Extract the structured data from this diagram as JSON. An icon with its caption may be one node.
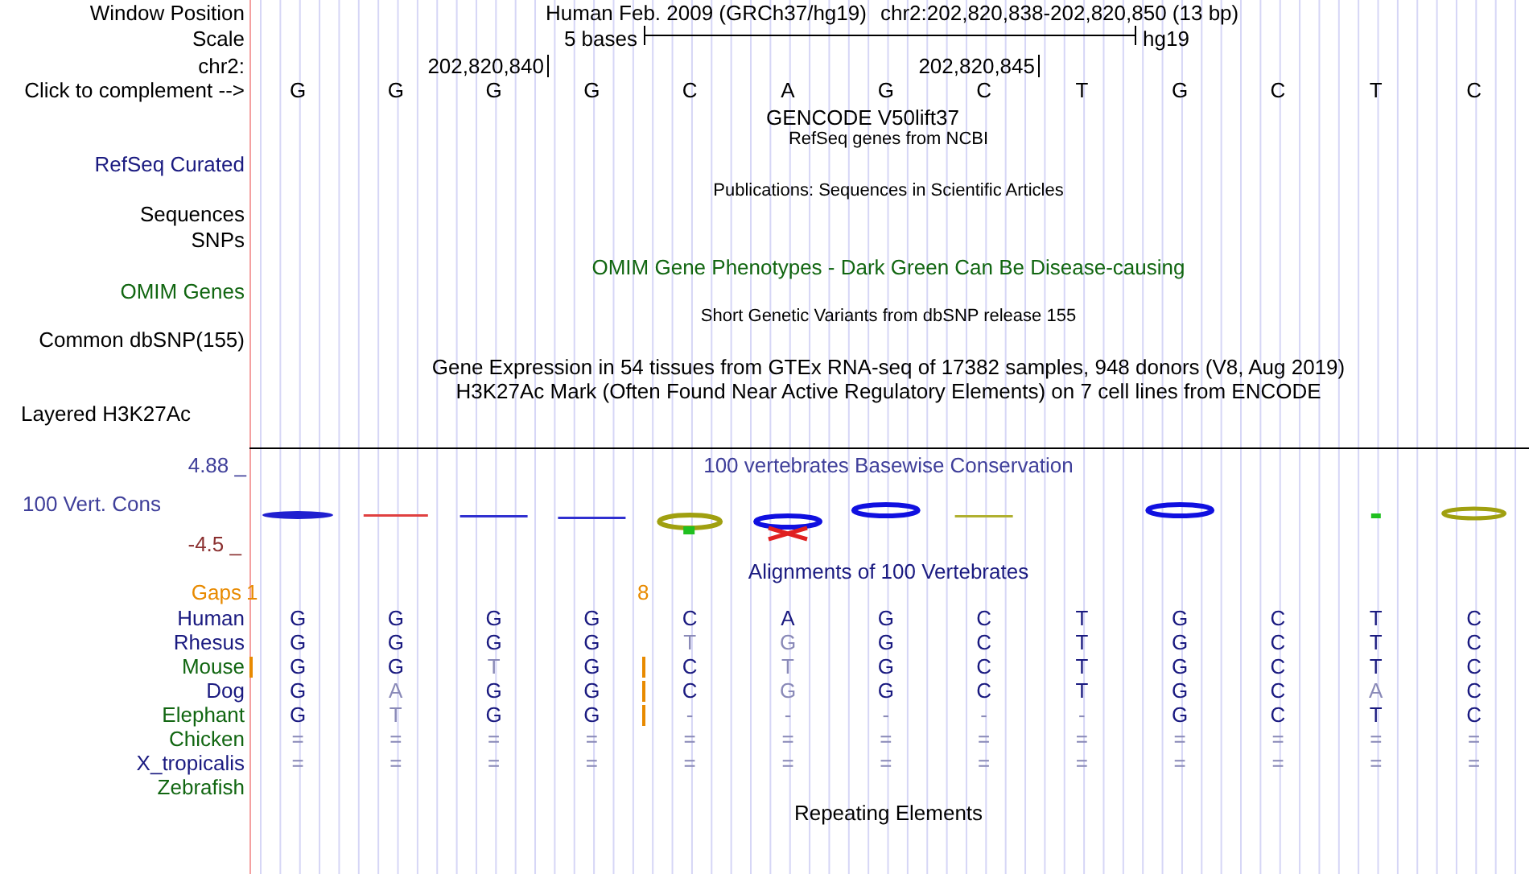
{
  "diagram": {
    "labels": [
      "Window Position",
      "Human Feb. 2009 (GRCh37/hg19)",
      "chr2:202,820,838-202,820,850 (13 bp)",
      "Scale",
      "5 bases",
      "hg19",
      "chr2:",
      "202,820,840",
      "202,820,845",
      "Click to complement -->",
      "G",
      "G",
      "G",
      "G",
      "C",
      "A",
      "G",
      "C",
      "T",
      "G",
      "C",
      "T",
      "C",
      "GENCODE V50lift37",
      "RefSeq genes from NCBI",
      "RefSeq Curated",
      "Publications: Sequences in Scientific Articles",
      "Sequences",
      "SNPs",
      "OMIM Gene Phenotypes - Dark Green Can Be Disease-causing",
      "OMIM Genes",
      "Short Genetic Variants from dbSNP release 155",
      "Common dbSNP(155)",
      "Gene Expression in 54 tissues from GTEx RNA-seq of 17382 samples, 948 donors (V8, Aug 2019)",
      "H3K27Ac Mark (Often Found Near Active Regulatory Elements) on 7 cell lines from ENCODE",
      "Layered H3K27Ac",
      "4.88 _",
      "100 vertebrates Basewise Conservation",
      "100 Vert. Cons",
      "-4.5 _",
      "Alignments of 100 Vertebrates",
      "Gaps",
      "1",
      "8",
      "Human",
      "G",
      "G",
      "G",
      "G",
      "C",
      "A",
      "G",
      "C",
      "T",
      "G",
      "C",
      "T",
      "C",
      "Rhesus",
      "G",
      "G",
      "G",
      "G",
      "T",
      "G",
      "G",
      "C",
      "T",
      "G",
      "C",
      "T",
      "C",
      "Mouse",
      "G",
      "G",
      "T",
      "G",
      "C",
      "T",
      "G",
      "C",
      "T",
      "G",
      "C",
      "T",
      "C",
      "Dog",
      "G",
      "A",
      "G",
      "G",
      "C",
      "G",
      "G",
      "C",
      "T",
      "G",
      "C",
      "A",
      "C",
      "Elephant",
      "G",
      "T",
      "G",
      "G",
      "-",
      "-",
      "-",
      "-",
      "-",
      "G",
      "C",
      "T",
      "C",
      "Chicken",
      "=",
      "=",
      "=",
      "=",
      "=",
      "=",
      "=",
      "=",
      "=",
      "=",
      "=",
      "=",
      "=",
      "X_tropicalis",
      "=",
      "=",
      "=",
      "=",
      "=",
      "=",
      "=",
      "=",
      "=",
      "=",
      "=",
      "=",
      "=",
      "Zebrafish",
      "Repeating Elements"
    ]
  }
}
